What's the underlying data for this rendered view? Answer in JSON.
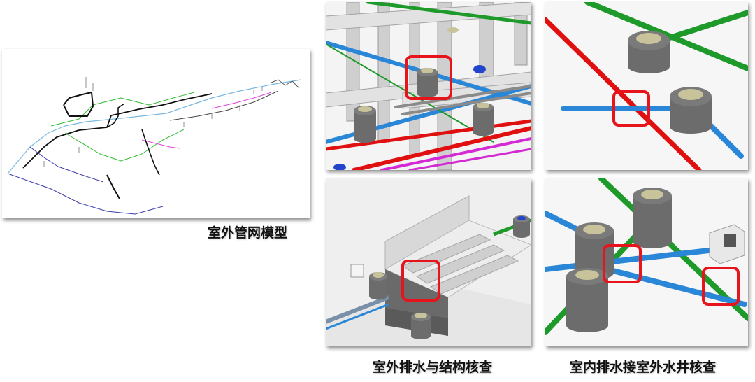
{
  "captions": {
    "outdoor_network_model": "室外管网模型",
    "outdoor_drainage_structure_check": "室外排水与结构核查",
    "indoor_to_outdoor_well_check": "室内排水接室外水井核查"
  },
  "colors": {
    "highlight_box": "#e8141c",
    "pipe_blue": "#2a86d6",
    "pipe_green": "#1e9a2a",
    "pipe_red": "#e01010",
    "pipe_magenta": "#d42ad4",
    "well_body": "#6c6c6c",
    "well_lid": "#c8c39a",
    "structure": "#d9d9d9"
  }
}
